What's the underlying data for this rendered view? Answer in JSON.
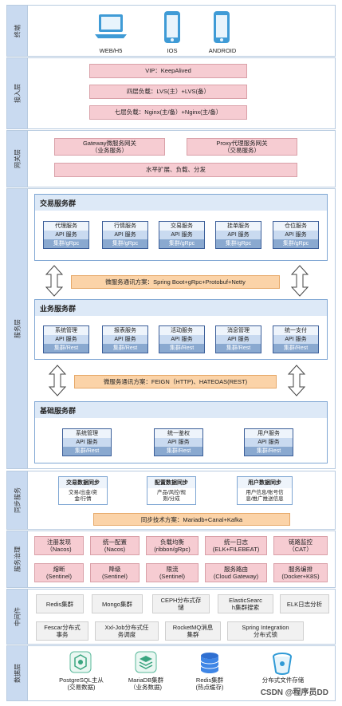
{
  "layers": {
    "terminal": {
      "label": "终端",
      "devices": [
        "WEB/H5",
        "IOS",
        "ANDROID"
      ]
    },
    "access": {
      "label": "接入层",
      "boxes": [
        "VIP：KeepAlived",
        "四层负载：LVS(主）+LVS(备）",
        "七层负载：Nginx(主/备）+Nginx(主/备）"
      ]
    },
    "gateway": {
      "label": "网关层",
      "gw1": "Gateway微服务网关\n（业务服务）",
      "gw2": "Proxy代理服务网关\n（交易服务）",
      "bottom": "水平扩展、负载、分发"
    },
    "service": {
      "label": "服务层",
      "trading": {
        "title": "交易服务群",
        "services": [
          {
            "name": "代理服务",
            "api": "API 服务",
            "cluster": "集群/gRpc"
          },
          {
            "name": "行情服务",
            "api": "API 服务",
            "cluster": "集群/gRpc"
          },
          {
            "name": "交易服务",
            "api": "API 服务",
            "cluster": "集群/gRpc"
          },
          {
            "name": "挂单服务",
            "api": "API 服务",
            "cluster": "集群/gRpc"
          },
          {
            "name": "仓位服务",
            "api": "API 服务",
            "cluster": "集群/gRpc"
          }
        ]
      },
      "comm1": "微服务通讯方案：Spring Boot+gRpc+Protobuf+Netty",
      "business": {
        "title": "业务服务群",
        "services": [
          {
            "name": "系统管理",
            "api": "API 服务",
            "cluster": "集群/Rest"
          },
          {
            "name": "报表服务",
            "api": "API 服务",
            "cluster": "集群/Rest"
          },
          {
            "name": "活动服务",
            "api": "API 服务",
            "cluster": "集群/Rest"
          },
          {
            "name": "消息管理",
            "api": "API 服务",
            "cluster": "集群/Rest"
          },
          {
            "name": "统一支付",
            "api": "API 服务",
            "cluster": "集群/Rest"
          }
        ]
      },
      "comm2": "微服务通讯方案：FEIGN（HTTP)、HATEOAS(REST)",
      "base": {
        "title": "基础服务群",
        "services": [
          {
            "name": "系统管理",
            "api": "API 服务",
            "cluster": "集群/Rest"
          },
          {
            "name": "统一鉴权",
            "api": "API 服务",
            "cluster": "集群/Rest"
          },
          {
            "name": "用户服务",
            "api": "API 服务",
            "cluster": "集群/Rest"
          }
        ]
      }
    },
    "sync": {
      "label": "同步服务",
      "items": [
        {
          "title": "交易数据同步",
          "desc": "交易/出金/资\n金/行情"
        },
        {
          "title": "配置数据同步",
          "desc": "产品/风控/规\n则/分成"
        },
        {
          "title": "用户数据同步",
          "desc": "用户信息/账号信\n息/推广推送信息"
        }
      ],
      "tech": "同步技术方案：Mariadb+Canal+Kafka"
    },
    "governance": {
      "label": "服务治理",
      "row1": [
        "注册发现\n（Nacos)",
        "统一配置\n(Nacos)",
        "负载均衡\n(ribbon/gRpc)",
        "统一日志\n(ELK+FILEBEAT)",
        "链路监控\n（CAT）"
      ],
      "row2": [
        "熔断\n(Sentinel)",
        "降级\n(Sentinel)",
        "限流\n(Sentinel)",
        "服务路由\n(Cloud Gateway)",
        "服务编排\n(Docker+K8S)"
      ]
    },
    "middleware": {
      "label": "中间件",
      "row1": [
        "Redis集群",
        "Mongo集群",
        "CEPH分布式存\n储",
        "ElasticSearc\nh集群搜索",
        "ELK日志分析"
      ],
      "row2": [
        "Fescar分布式\n事务",
        "Xxl-Job分布式任\n务调度",
        "RocketMQ消息\n集群",
        "Spring Integration\n分布式锁"
      ]
    },
    "data": {
      "label": "数据层",
      "items": [
        "PostgreSQL主从\n(交易数据)",
        "MariaDB集群\n（业务数据)",
        "Redis集群\n(热点缓存)",
        "分布式文件存储"
      ]
    }
  },
  "watermark": "CSDN @程序员DD",
  "colors": {
    "sideBar": "#c9daf0",
    "pink": "#f6ccd2",
    "orange": "#fbd3a8",
    "blue": "#3b5e99",
    "device": "#3f9bd6"
  }
}
